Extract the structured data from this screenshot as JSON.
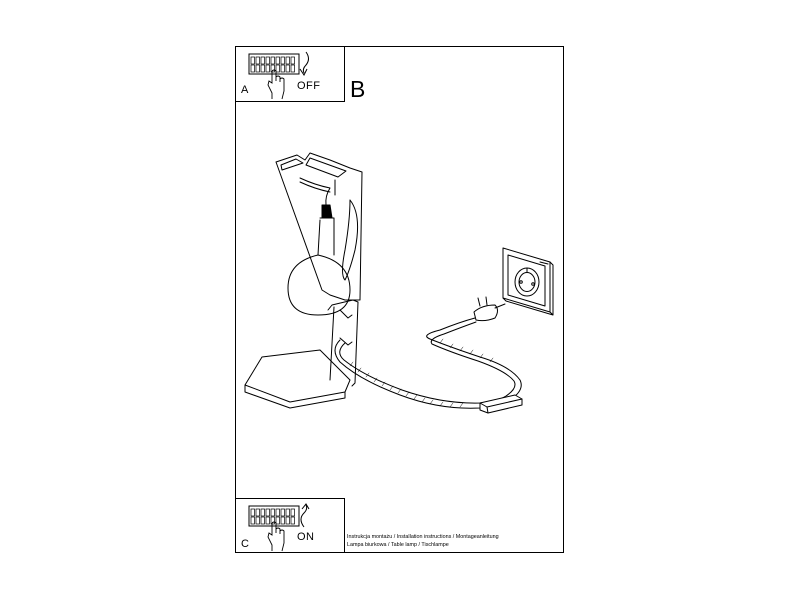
{
  "steps": {
    "a": {
      "letter": "A",
      "switch_label": "OFF"
    },
    "b": {
      "letter": "B"
    },
    "c": {
      "letter": "C",
      "switch_label": "ON"
    }
  },
  "caption": {
    "line1": "Instrukcja montażu / Installation instructions / Montageanleitung",
    "line2": "Lampa biurkowa / Table lamp / Tischlampe"
  }
}
